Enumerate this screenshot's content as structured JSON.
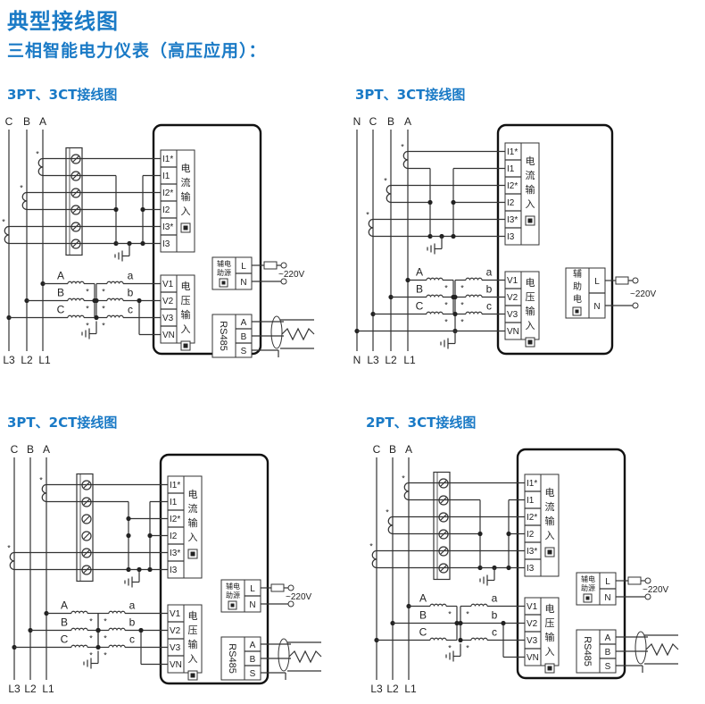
{
  "header": {
    "title": "典型接线图",
    "subtitle": "三相智能电力仪表（高压应用）："
  },
  "colors": {
    "accent": "#1a7ac6",
    "line": "#333333"
  },
  "diagrams": [
    {
      "id": "d1",
      "title": "3PT、3CT接线图",
      "phases_top": [
        "C",
        "B",
        "A"
      ],
      "phases_bottom": [
        "L3",
        "L2",
        "L1"
      ],
      "has_neutral": false,
      "has_terminal_block": true,
      "ct_count": 3,
      "pt_count": 3,
      "has_rs485": true,
      "current_terminals": [
        "I1*",
        "I1",
        "I2*",
        "I2",
        "I3*",
        "I3"
      ],
      "current_label": [
        "电",
        "流",
        "输",
        "入"
      ],
      "voltage_terminals": [
        "V1",
        "V2",
        "V3",
        "VN"
      ],
      "voltage_label": [
        "电",
        "压",
        "输",
        "入"
      ],
      "pt_primary_labels": [
        "A",
        "B",
        "C"
      ],
      "pt_secondary_labels": [
        "a",
        "b",
        "c"
      ],
      "aux_label": [
        "辅电",
        "助源"
      ],
      "aux_terminals": [
        "L",
        "N"
      ],
      "supply": "~220V",
      "rs485_label": "RS485",
      "rs485_terminals": [
        "A",
        "B",
        "S"
      ]
    },
    {
      "id": "d2",
      "title": "3PT、3CT接线图",
      "phases_top": [
        "N",
        "C",
        "B",
        "A"
      ],
      "phases_bottom": [
        "N",
        "L3",
        "L2",
        "L1"
      ],
      "has_neutral": true,
      "has_terminal_block": false,
      "ct_count": 3,
      "pt_count": 3,
      "has_rs485": false,
      "current_terminals": [
        "I1*",
        "I1",
        "I2*",
        "I2",
        "I3*",
        "I3"
      ],
      "current_label": [
        "电",
        "流",
        "输",
        "入"
      ],
      "voltage_terminals": [
        "V1",
        "V2",
        "V3",
        "VN"
      ],
      "voltage_label": [
        "电",
        "压",
        "输",
        "入"
      ],
      "pt_primary_labels": [
        "A",
        "B",
        "C"
      ],
      "pt_secondary_labels": [
        "a",
        "b",
        "c"
      ],
      "aux_label": [
        "辅",
        "助",
        "电",
        "源"
      ],
      "aux_terminals": [
        "L",
        "N"
      ],
      "supply": "~220V"
    },
    {
      "id": "d3",
      "title": "3PT、2CT接线图",
      "phases_top": [
        "C",
        "B",
        "A"
      ],
      "phases_bottom": [
        "L3",
        "L2",
        "L1"
      ],
      "has_neutral": false,
      "has_terminal_block": true,
      "ct_count": 2,
      "pt_count": 3,
      "has_rs485": true,
      "current_terminals": [
        "I1*",
        "I1",
        "I2*",
        "I2",
        "I3*",
        "I3"
      ],
      "current_label": [
        "电",
        "流",
        "输",
        "入"
      ],
      "voltage_terminals": [
        "V1",
        "V2",
        "V3",
        "VN"
      ],
      "voltage_label": [
        "电",
        "压",
        "输",
        "入"
      ],
      "pt_primary_labels": [
        "A",
        "B",
        "C"
      ],
      "pt_secondary_labels": [
        "a",
        "b",
        "c"
      ],
      "aux_label": [
        "辅电",
        "助源"
      ],
      "aux_terminals": [
        "L",
        "N"
      ],
      "supply": "~220V",
      "rs485_label": "RS485",
      "rs485_terminals": [
        "A",
        "B",
        "S"
      ]
    },
    {
      "id": "d4",
      "title": "2PT、3CT接线图",
      "phases_top": [
        "C",
        "B",
        "A"
      ],
      "phases_bottom": [
        "L3",
        "L2",
        "L1"
      ],
      "has_neutral": false,
      "has_terminal_block": true,
      "ct_count": 3,
      "pt_count": 2,
      "has_rs485": true,
      "current_terminals": [
        "I1*",
        "I1",
        "I2*",
        "I2",
        "I3*",
        "I3"
      ],
      "current_label": [
        "电",
        "流",
        "输",
        "入"
      ],
      "voltage_terminals": [
        "V1",
        "V2",
        "V3",
        "VN"
      ],
      "voltage_label": [
        "电",
        "压",
        "输",
        "入"
      ],
      "pt_primary_labels": [
        "A",
        "B",
        "C"
      ],
      "pt_secondary_labels": [
        "a",
        "b",
        "c"
      ],
      "aux_label": [
        "辅电",
        "助源"
      ],
      "aux_terminals": [
        "L",
        "N"
      ],
      "supply": "~220V",
      "rs485_label": "RS485",
      "rs485_terminals": [
        "A",
        "B",
        "S"
      ]
    }
  ]
}
